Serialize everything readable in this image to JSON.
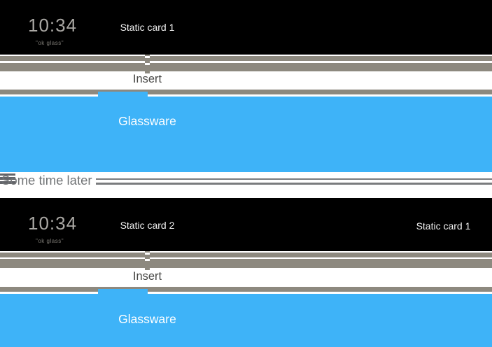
{
  "colors": {
    "card_black": "#000000",
    "bar_gray": "#8d897f",
    "glass_blue": "#3eb3f8",
    "clock_gray": "#aaa8a4",
    "hint_gray": "#817e78",
    "title_white": "#f2f2f2",
    "insert_text": "#4a4a48",
    "divider_gray": "#717476"
  },
  "sections": [
    {
      "home_card": {
        "clock": "10:34",
        "hint": "\"ok glass\"",
        "title": "Static card 1",
        "title_right": ""
      },
      "insert_label": "Insert",
      "glassware_label": "Glassware"
    },
    {
      "home_card": {
        "clock": "10:34",
        "hint": "\"ok glass\"",
        "title": "Static card 2",
        "title_right": "Static card 1"
      },
      "insert_label": "Insert",
      "glassware_label": "Glassware"
    }
  ],
  "divider": {
    "label": "Some time later"
  }
}
